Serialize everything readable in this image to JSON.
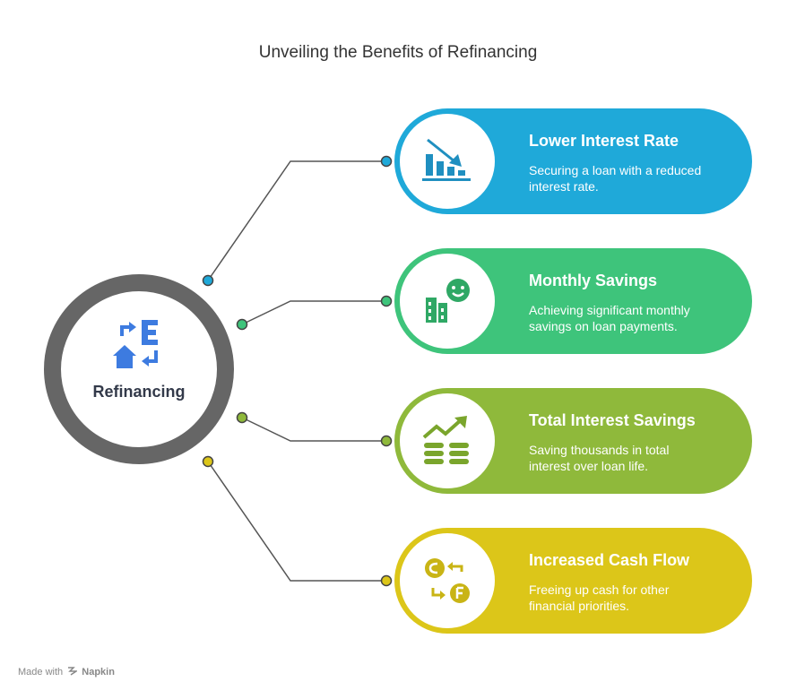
{
  "title": "Unveiling the Benefits of Refinancing",
  "hub": {
    "label": "Refinancing",
    "ring_color": "#666666",
    "icon": "refinance-house-icon"
  },
  "cards": [
    {
      "title": "Lower Interest Rate",
      "desc": "Securing a loan with a reduced interest rate.",
      "color": "#1fa9d9",
      "icon": "declining-chart-icon"
    },
    {
      "title": "Monthly Savings",
      "desc": "Achieving significant monthly savings on loan payments.",
      "color": "#3ec47b",
      "icon": "smiley-buildings-icon"
    },
    {
      "title": "Total Interest Savings",
      "desc": "Saving thousands in total interest over loan life.",
      "color": "#8fb93b",
      "icon": "rising-coins-icon"
    },
    {
      "title": "Increased Cash Flow",
      "desc": "Freeing up cash for other financial priorities.",
      "color": "#dcc619",
      "icon": "currency-exchange-icon"
    }
  ],
  "footer": {
    "prefix": "Made with",
    "brand": "Napkin"
  }
}
